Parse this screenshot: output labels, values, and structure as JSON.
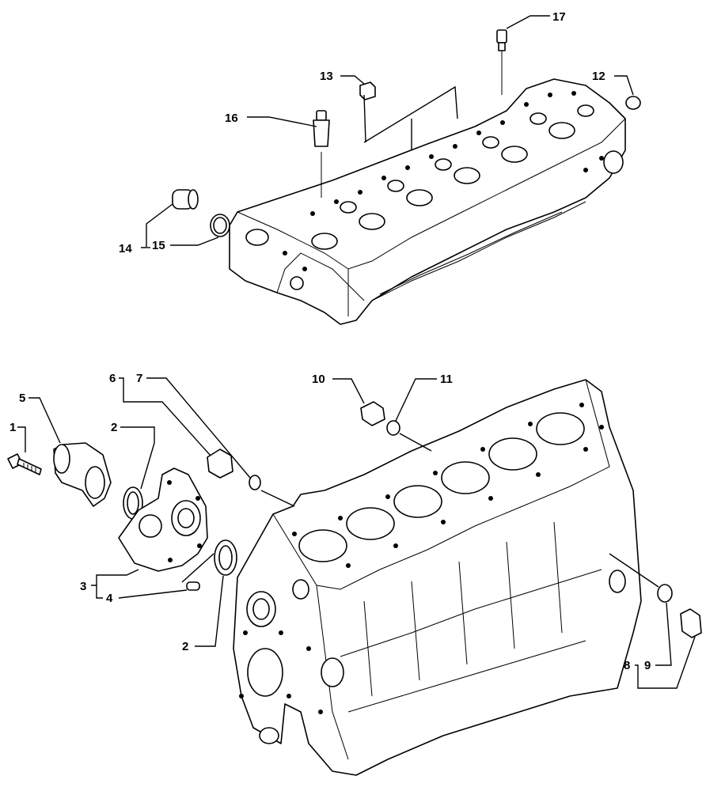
{
  "diagram": {
    "callouts": [
      {
        "id": "c1",
        "label": "1"
      },
      {
        "id": "c2a",
        "label": "2"
      },
      {
        "id": "c2b",
        "label": "2"
      },
      {
        "id": "c3",
        "label": "3"
      },
      {
        "id": "c4",
        "label": "4"
      },
      {
        "id": "c5",
        "label": "5"
      },
      {
        "id": "c6",
        "label": "6"
      },
      {
        "id": "c7",
        "label": "7"
      },
      {
        "id": "c8",
        "label": "8"
      },
      {
        "id": "c9",
        "label": "9"
      },
      {
        "id": "c10",
        "label": "10"
      },
      {
        "id": "c11",
        "label": "11"
      },
      {
        "id": "c12",
        "label": "12"
      },
      {
        "id": "c13",
        "label": "13"
      },
      {
        "id": "c14",
        "label": "14"
      },
      {
        "id": "c15",
        "label": "15"
      },
      {
        "id": "c16",
        "label": "16"
      },
      {
        "id": "c17",
        "label": "17"
      }
    ]
  }
}
